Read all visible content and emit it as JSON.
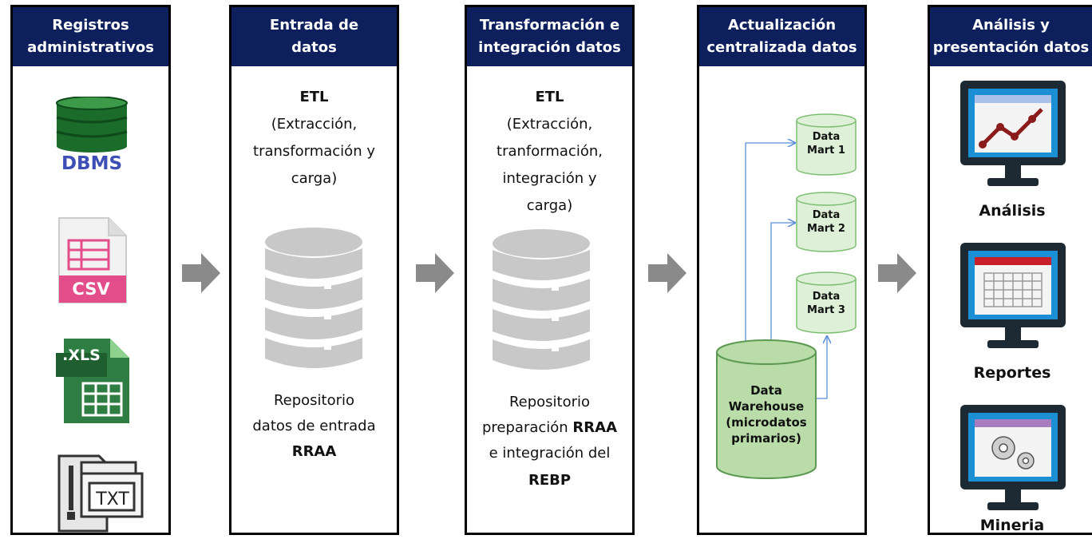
{
  "stages": [
    {
      "title_line1": "Registros",
      "title_line2": "administrativos"
    },
    {
      "title_line1": "Entrada de",
      "title_line2": "datos"
    },
    {
      "title_line1": "Transformación e",
      "title_line2": "integración datos"
    },
    {
      "title_line1": "Actualización",
      "title_line2": "centralizada datos"
    },
    {
      "title_line1": "Análisis y",
      "title_line2": "presentación datos"
    }
  ],
  "sources": {
    "dbms": "DBMS",
    "csv": "CSV",
    "xls": ".XLS",
    "txt": "TXT"
  },
  "entrada": {
    "etl": "ETL",
    "etl_desc": [
      "(Extracción,",
      "transformación y",
      "carga)"
    ],
    "repo_line1": "Repositorio",
    "repo_line2": "datos de entrada",
    "repo_bold": "RRAA"
  },
  "transform": {
    "etl": "ETL",
    "etl_desc": [
      "(Extracción,",
      "tranformación,",
      "integración y",
      "carga)"
    ],
    "repo_line1": "Repositorio",
    "repo_line2_pre": "preparación ",
    "repo_line2_bold": "RRAA",
    "repo_line3": "e integración del",
    "repo_bold": "REBP"
  },
  "warehouse": {
    "marts": [
      {
        "line1": "Data",
        "line2": "Mart 1"
      },
      {
        "line1": "Data",
        "line2": "Mart 2"
      },
      {
        "line1": "Data",
        "line2": "Mart 3"
      }
    ],
    "dw_lines": [
      "Data",
      "Warehouse",
      "(microdatos",
      "primarios)"
    ]
  },
  "analysis": {
    "items": [
      "Análisis",
      "Reportes",
      "Mineria"
    ]
  },
  "colors": {
    "header": "#0d1f5c",
    "arrow": "#8a8a8a",
    "cylinder_gray": "#c8c8c8",
    "dw_green": "#b9dca8",
    "monitor_blue": "#1a8fd6"
  }
}
